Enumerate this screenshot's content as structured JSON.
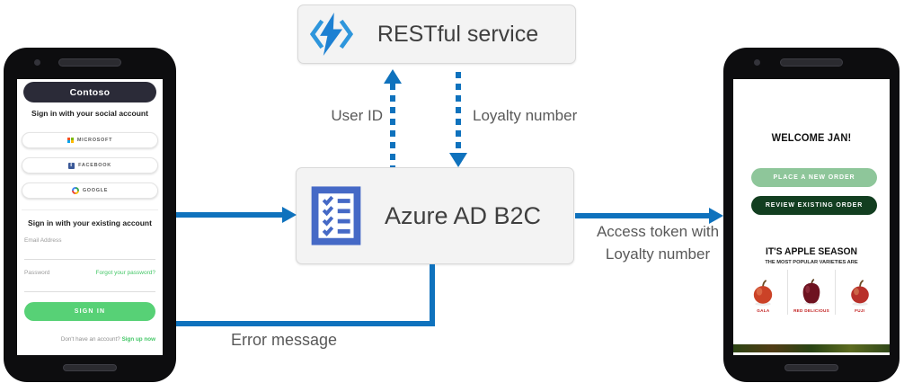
{
  "diagram": {
    "nodes": {
      "restful_service": "RESTful service",
      "azure_ad_b2c": "Azure AD B2C"
    },
    "labels": {
      "user_id": "User ID",
      "loyalty_number": "Loyalty number",
      "access_token_line1": "Access token with",
      "access_token_line2": "Loyalty number",
      "error_message": "Error message"
    },
    "colors": {
      "arrow_blue": "#0f72bd",
      "node_background": "#f3f3f3",
      "node_border": "#d9d9d9",
      "node_text": "#3f3f3f",
      "label_text": "#595959",
      "functions_icon_blue": "#1d80d2",
      "checklist_icon_blue": "#4569c6"
    }
  },
  "left_phone": {
    "header": "Contoso",
    "social_heading": "Sign in with your social account",
    "social_buttons": [
      {
        "label": "MICROSOFT"
      },
      {
        "label": "FACEBOOK"
      },
      {
        "label": "GOOGLE"
      }
    ],
    "facebook_letter": "f",
    "existing_heading": "Sign in with your existing account",
    "email_label": "Email Address",
    "password_label": "Password",
    "forgot_link": "Forgot your password?",
    "sign_in_button": "SIGN IN",
    "signup_text": "Don't have an account? ",
    "signup_link": "Sign up now",
    "colors": {
      "header_bg": "#2b2b38",
      "sign_in_green": "#57d176",
      "link_green": "#44c767"
    }
  },
  "right_phone": {
    "welcome": "WELCOME JAN!",
    "place_order_button": "PLACE A NEW ORDER",
    "review_order_button": "REVIEW EXISTING ORDER",
    "apple_heading": "IT'S APPLE SEASON",
    "apple_subheading": "THE MOST POPULAR VARIETIES ARE",
    "apples": [
      {
        "name": "GALA",
        "color": "#cb4227"
      },
      {
        "name": "RED DELICIOUS",
        "color": "#6e1220"
      },
      {
        "name": "FUJI",
        "color": "#b8302a"
      }
    ],
    "colors": {
      "place_button_green": "#8ec69a",
      "review_button_green": "#123e20",
      "apple_label_red": "#c01a1a"
    }
  }
}
